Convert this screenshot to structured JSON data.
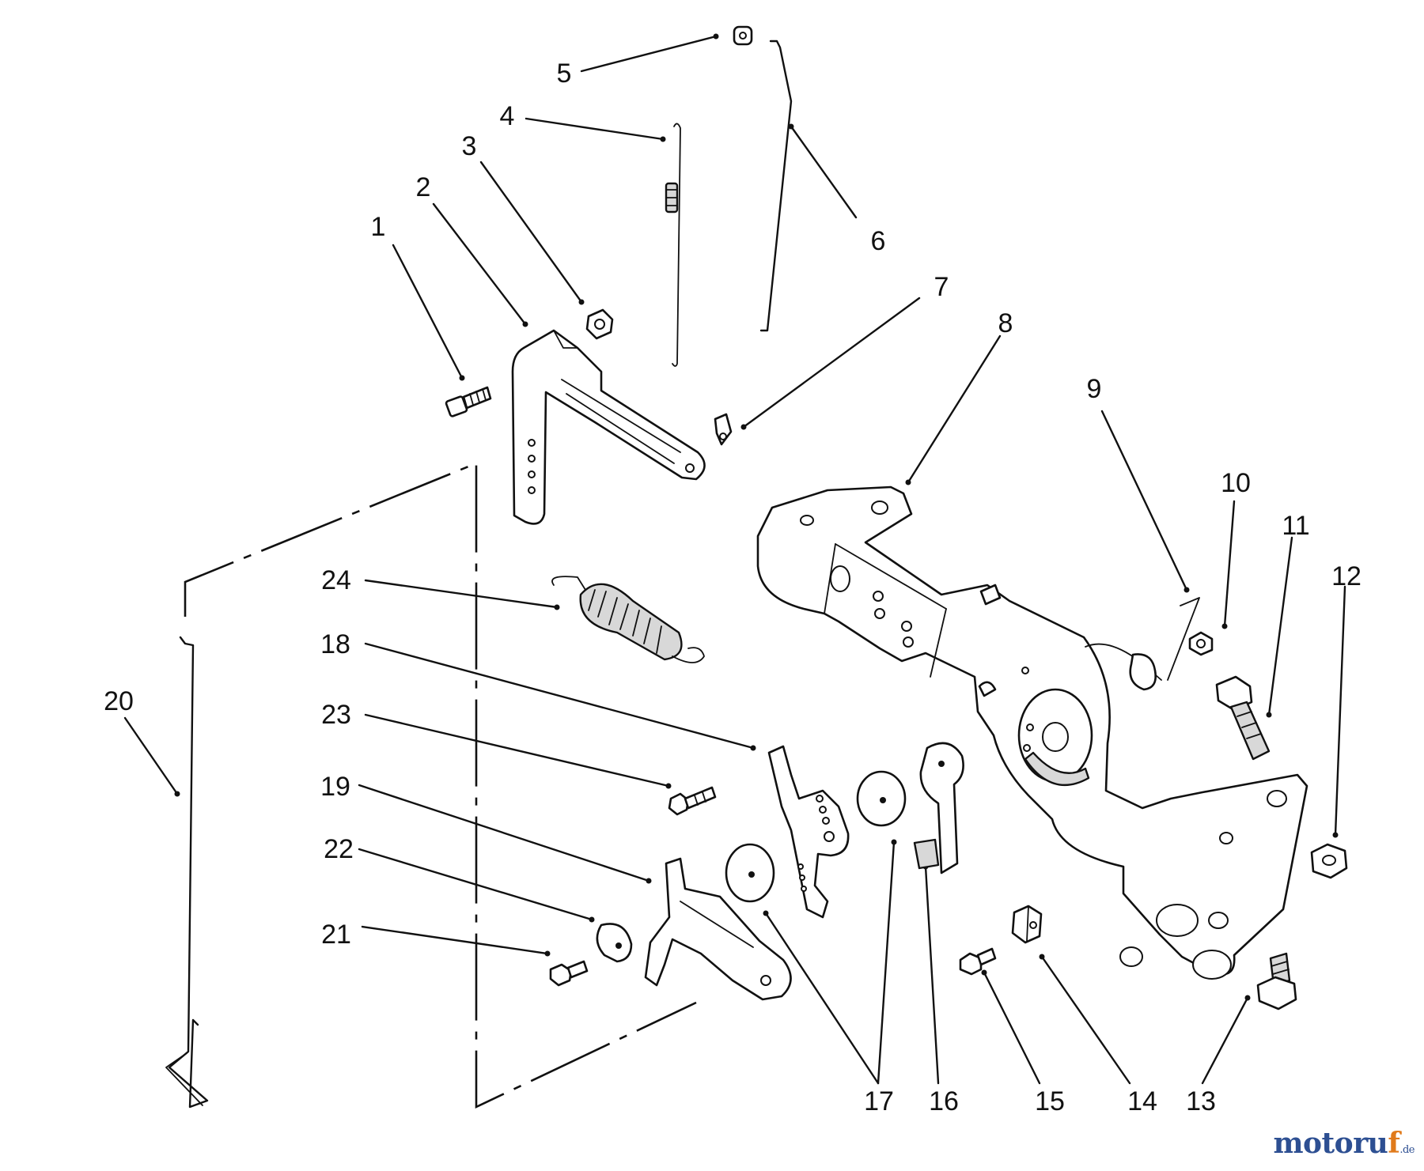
{
  "diagram": {
    "labels": [
      "1",
      "2",
      "3",
      "4",
      "5",
      "6",
      "7",
      "8",
      "9",
      "10",
      "11",
      "12",
      "13",
      "14",
      "15",
      "16",
      "17",
      "18",
      "19",
      "20",
      "21",
      "22",
      "23",
      "24"
    ]
  },
  "watermark": {
    "part_a": "motoru",
    "part_b": "f",
    "part_c": ".de"
  }
}
